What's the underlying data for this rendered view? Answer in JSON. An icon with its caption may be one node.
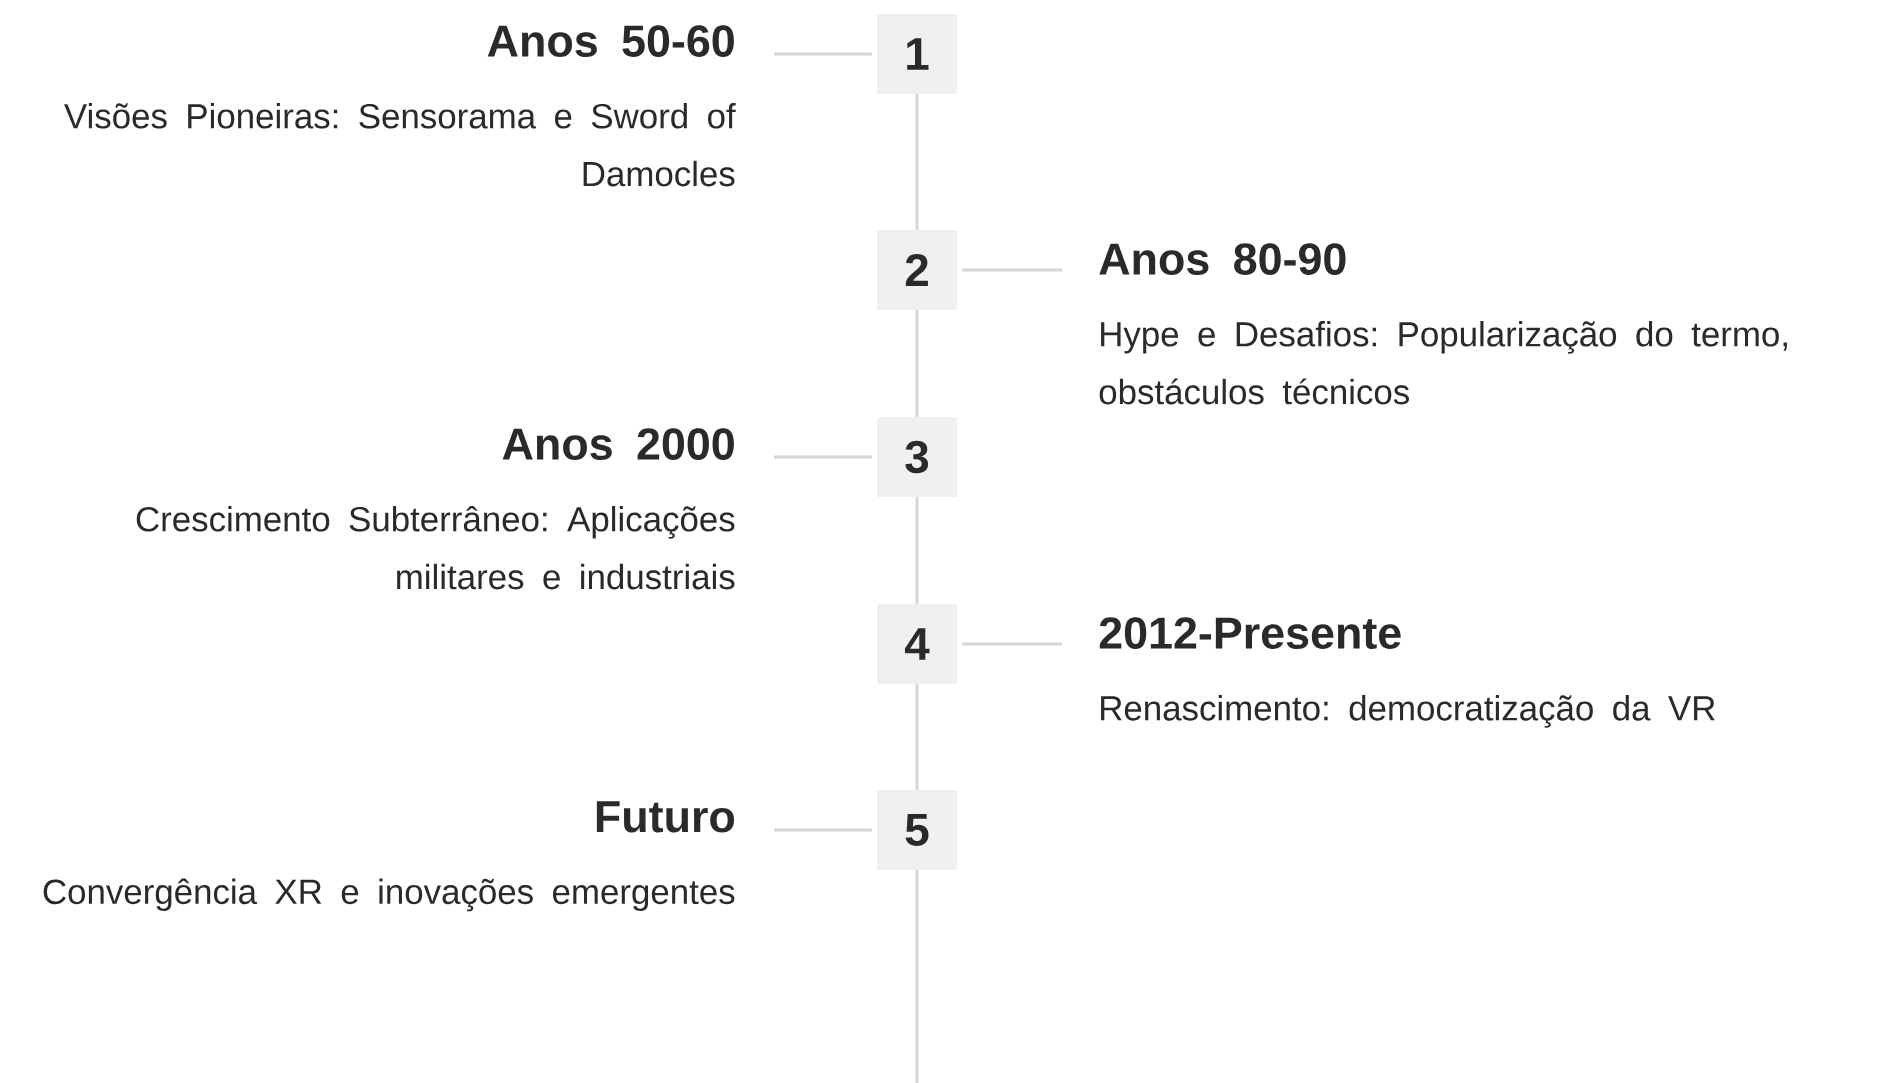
{
  "diagram": {
    "nodes": [
      {
        "text": [
          "1"
        ]
      },
      {
        "text": [
          "Anos 50-60",
          "Visões Pioneiras: Sensorama e Sword of Damocles"
        ]
      },
      {
        "text": [
          "2"
        ]
      },
      {
        "text": [
          "Anos 80-90",
          "Hype e Desafios: Popularização do termo, obstáculos técnicos"
        ]
      },
      {
        "text": [
          "3"
        ]
      },
      {
        "text": [
          "Anos 2000",
          "Crescimento Subterrâneo: Aplicações militares e industriais"
        ]
      },
      {
        "text": [
          "4"
        ]
      },
      {
        "text": [
          "2012-Presente",
          "Renascimento: democratização da VR"
        ]
      },
      {
        "text": [
          "5"
        ]
      },
      {
        "text": [
          "Futuro",
          "Convergência XR e inovações emergentes"
        ]
      }
    ],
    "edges": [
      {
        "from": 0,
        "to": 1,
        "arrow": "none"
      },
      {
        "from": 0,
        "to": 2,
        "arrow": "none"
      },
      {
        "from": 2,
        "to": 3,
        "arrow": "none"
      },
      {
        "from": 2,
        "to": 4,
        "arrow": "none"
      },
      {
        "from": 4,
        "to": 5,
        "arrow": "none"
      },
      {
        "from": 4,
        "to": 6,
        "arrow": "none"
      },
      {
        "from": 6,
        "to": 7,
        "arrow": "none"
      },
      {
        "from": 6,
        "to": 8,
        "arrow": "none"
      },
      {
        "from": 8,
        "to": 9,
        "arrow": "none"
      },
      {
        "from": 8,
        "to": null,
        "arrow": "none"
      }
    ]
  }
}
